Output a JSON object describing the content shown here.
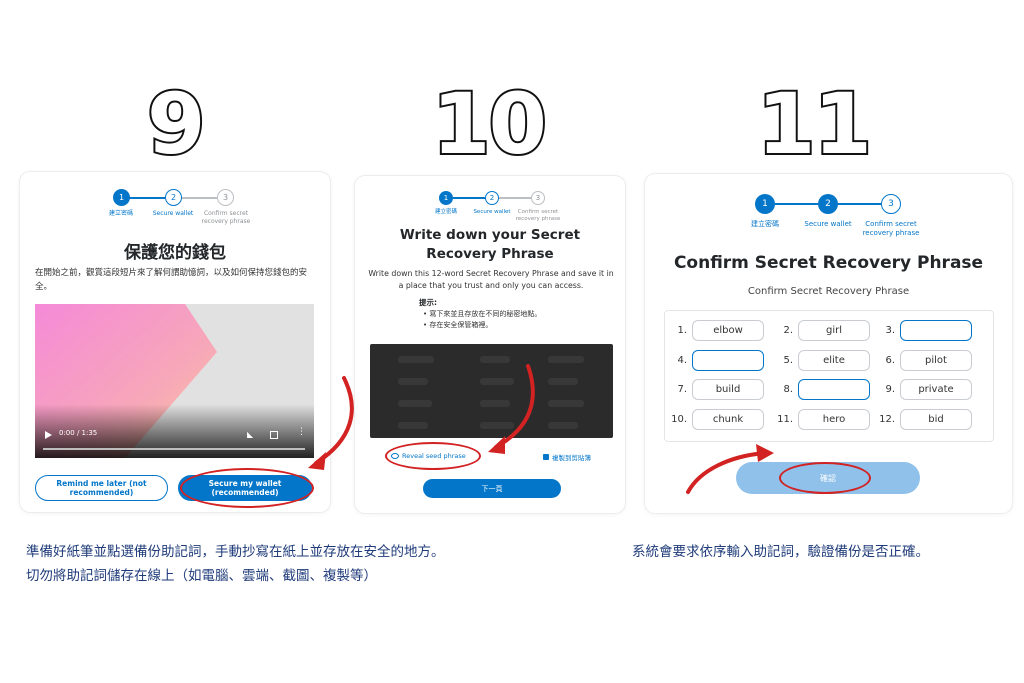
{
  "step_numbers": [
    "9",
    "10",
    "11"
  ],
  "stepper_labels": {
    "panel1": [
      "建立密碼",
      "Secure wallet",
      "Confirm secret recovery phrase"
    ],
    "panel2": [
      "建立密碼",
      "Secure wallet",
      "Confirm secret recovery phrase"
    ],
    "panel3": [
      "建立密碼",
      "Secure wallet",
      "Confirm secret recovery phrase"
    ]
  },
  "stepper_numbers": [
    "1",
    "2",
    "3"
  ],
  "panel1": {
    "title": "保護您的錢包",
    "description": "在開始之前，觀賞這段短片來了解何謂助憶詞，以及如何保持您錢包的安全。",
    "video": {
      "time": "0:00 / 1:35",
      "progress": 0
    },
    "remind_button": "Remind me later (not recommended)",
    "secure_button": "Secure my wallet (recommended)"
  },
  "panel2": {
    "title": "Write down your Secret Recovery Phrase",
    "description": "Write down this 12-word Secret Recovery Phrase and save it in a place that you trust and only you can access.",
    "tips_heading": "提示:",
    "tips": [
      "寫下來並且存放在不同的秘密地點。",
      "存在安全保管箱裡。"
    ],
    "reveal_label": "Reveal seed phrase",
    "copy_label": "複製到剪貼簿",
    "next_button": "下一頁"
  },
  "panel3": {
    "title": "Confirm Secret Recovery Phrase",
    "subtitle": "Confirm Secret Recovery Phrase",
    "words": [
      {
        "num": "1.",
        "word": "elbow"
      },
      {
        "num": "2.",
        "word": "girl"
      },
      {
        "num": "3.",
        "word": ""
      },
      {
        "num": "4.",
        "word": ""
      },
      {
        "num": "5.",
        "word": "elite"
      },
      {
        "num": "6.",
        "word": "pilot"
      },
      {
        "num": "7.",
        "word": "build"
      },
      {
        "num": "8.",
        "word": ""
      },
      {
        "num": "9.",
        "word": "private"
      },
      {
        "num": "10.",
        "word": "chunk"
      },
      {
        "num": "11.",
        "word": "hero"
      },
      {
        "num": "12.",
        "word": "bid"
      }
    ],
    "confirm_button": "確認"
  },
  "captions": {
    "left_line1": "準備好紙筆並點選備份助記詞，手動抄寫在紙上並存放在安全的地方。",
    "left_line2": "切勿將助記詞儲存在線上（如電腦、雲端、截圖、複製等）",
    "right": "系統會要求依序輸入助記詞，驗證備份是否正確。"
  },
  "colors": {
    "primary": "#0376c9",
    "annotation_red": "#d22222",
    "caption_blue": "#1f3b7a",
    "confirm_disabled": "#8fc1ea"
  }
}
